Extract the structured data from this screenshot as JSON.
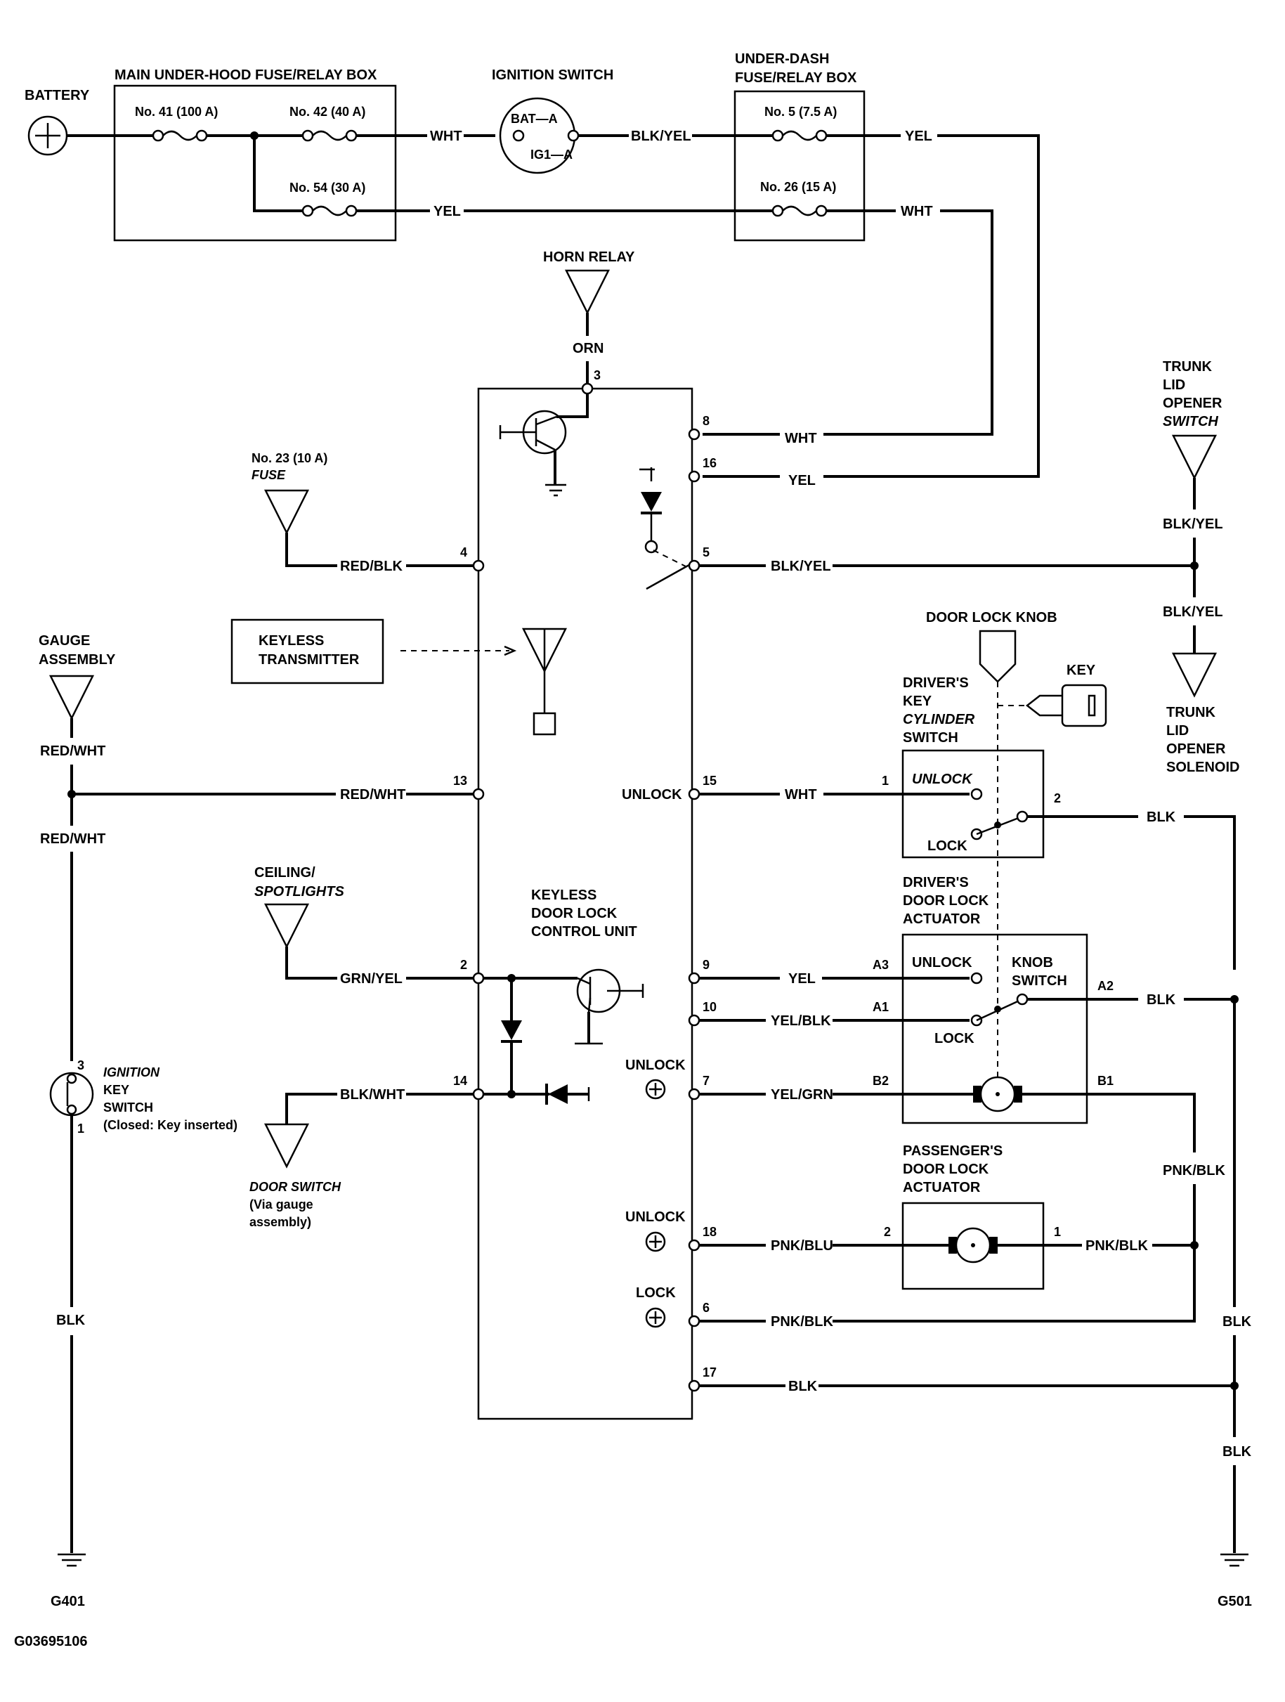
{
  "battery": "BATTERY",
  "main_box": "MAIN UNDER-HOOD FUSE/RELAY BOX",
  "fuse41": "No. 41 (100 A)",
  "fuse42": "No. 42 (40 A)",
  "fuse54": "No. 54 (30 A)",
  "ignition_switch": "IGNITION SWITCH",
  "bat_a": "BAT—A",
  "ig1_a": "IG1—A",
  "underdash1": "UNDER-DASH",
  "underdash2": "FUSE/RELAY BOX",
  "fuse5": "No. 5 (7.5 A)",
  "fuse26": "No. 26 (15 A)",
  "horn_relay": "HORN RELAY",
  "fuse23a": "No. 23 (10 A)",
  "fuse23b": "FUSE",
  "keyless_tx1": "KEYLESS",
  "keyless_tx2": "TRANSMITTER",
  "gauge1": "GAUGE",
  "gauge2": "ASSEMBLY",
  "ceiling1": "CEILING/",
  "ceiling2": "SPOTLIGHTS",
  "unit1": "KEYLESS",
  "unit2": "DOOR LOCK",
  "unit3": "CONTROL UNIT",
  "ign_key1": "IGNITION",
  "ign_key2": "KEY",
  "ign_key3": "SWITCH",
  "ign_key4": "(Closed: Key inserted)",
  "door_sw1": "DOOR SWITCH",
  "door_sw2": "(Via gauge",
  "door_sw3": "assembly)",
  "trunk_sw1": "TRUNK",
  "trunk_sw2": "LID",
  "trunk_sw3": "OPENER",
  "trunk_sw4": "SWITCH",
  "trunk_sol1": "TRUNK",
  "trunk_sol2": "LID",
  "trunk_sol3": "OPENER",
  "trunk_sol4": "SOLENOID",
  "knob": "DOOR LOCK KNOB",
  "key": "KEY",
  "cyl1": "DRIVER'S",
  "cyl2": "KEY",
  "cyl3": "CYLINDER",
  "cyl4": "SWITCH",
  "act1": "DRIVER'S",
  "act2": "DOOR LOCK",
  "act3": "ACTUATOR",
  "pact1": "PASSENGER'S",
  "pact2": "DOOR LOCK",
  "pact3": "ACTUATOR",
  "knob_sw1": "KNOB",
  "knob_sw2": "SWITCH",
  "unlock": "UNLOCK",
  "lock": "LOCK",
  "g401": "G401",
  "g501": "G501",
  "figure_id": "G03695106",
  "wires": {
    "wht": "WHT",
    "yel": "YEL",
    "blk_yel": "BLK/YEL",
    "orn": "ORN",
    "red_blk": "RED/BLK",
    "red_wht": "RED/WHT",
    "grn_yel": "GRN/YEL",
    "blk_wht": "BLK/WHT",
    "yel_blk": "YEL/BLK",
    "yel_grn": "YEL/GRN",
    "pnk_blu": "PNK/BLU",
    "pnk_blk": "PNK/BLK",
    "blk": "BLK"
  },
  "pins": {
    "p1": "1",
    "p2": "2",
    "p3": "3",
    "p4": "4",
    "p5": "5",
    "p6": "6",
    "p7": "7",
    "p8": "8",
    "p9": "9",
    "p10": "10",
    "p13": "13",
    "p14": "14",
    "p15": "15",
    "p16": "16",
    "p17": "17",
    "p18": "18",
    "a1": "A1",
    "a2": "A2",
    "a3": "A3",
    "b1": "B1",
    "b2": "B2"
  }
}
